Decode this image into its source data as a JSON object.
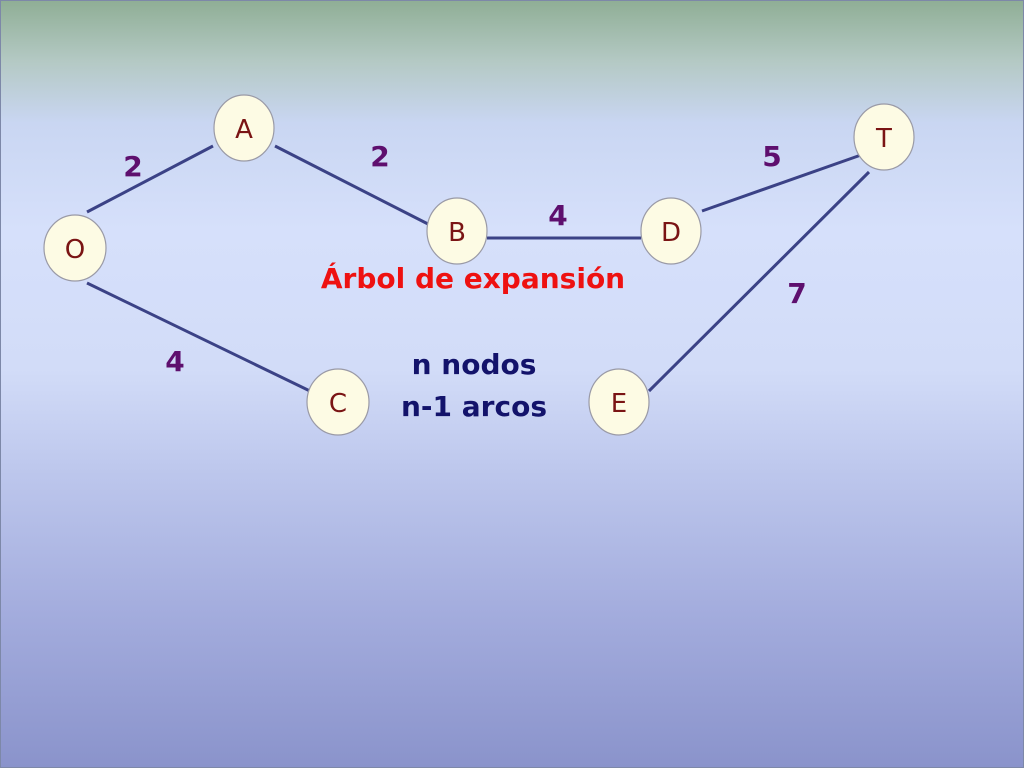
{
  "nodes": [
    {
      "id": "O",
      "label": "O"
    },
    {
      "id": "A",
      "label": "A"
    },
    {
      "id": "B",
      "label": "B"
    },
    {
      "id": "C",
      "label": "C"
    },
    {
      "id": "D",
      "label": "D"
    },
    {
      "id": "E",
      "label": "E"
    },
    {
      "id": "T",
      "label": "T"
    }
  ],
  "edges": [
    {
      "from": "O",
      "to": "A",
      "weight": "2"
    },
    {
      "from": "A",
      "to": "B",
      "weight": "2"
    },
    {
      "from": "B",
      "to": "D",
      "weight": "4"
    },
    {
      "from": "D",
      "to": "T",
      "weight": "5"
    },
    {
      "from": "T",
      "to": "E",
      "weight": "7"
    },
    {
      "from": "O",
      "to": "C",
      "weight": "4"
    }
  ],
  "caption": {
    "title": "Árbol de expansión",
    "line1": "n nodos",
    "line2": "n-1 arcos"
  },
  "colors": {
    "edge": "#3b4286",
    "node_fill": "#fdfbe4",
    "node_label": "#7a1414",
    "weight_label": "#5e0f6e",
    "title": "#ee1111",
    "caption_text": "#13136b"
  }
}
